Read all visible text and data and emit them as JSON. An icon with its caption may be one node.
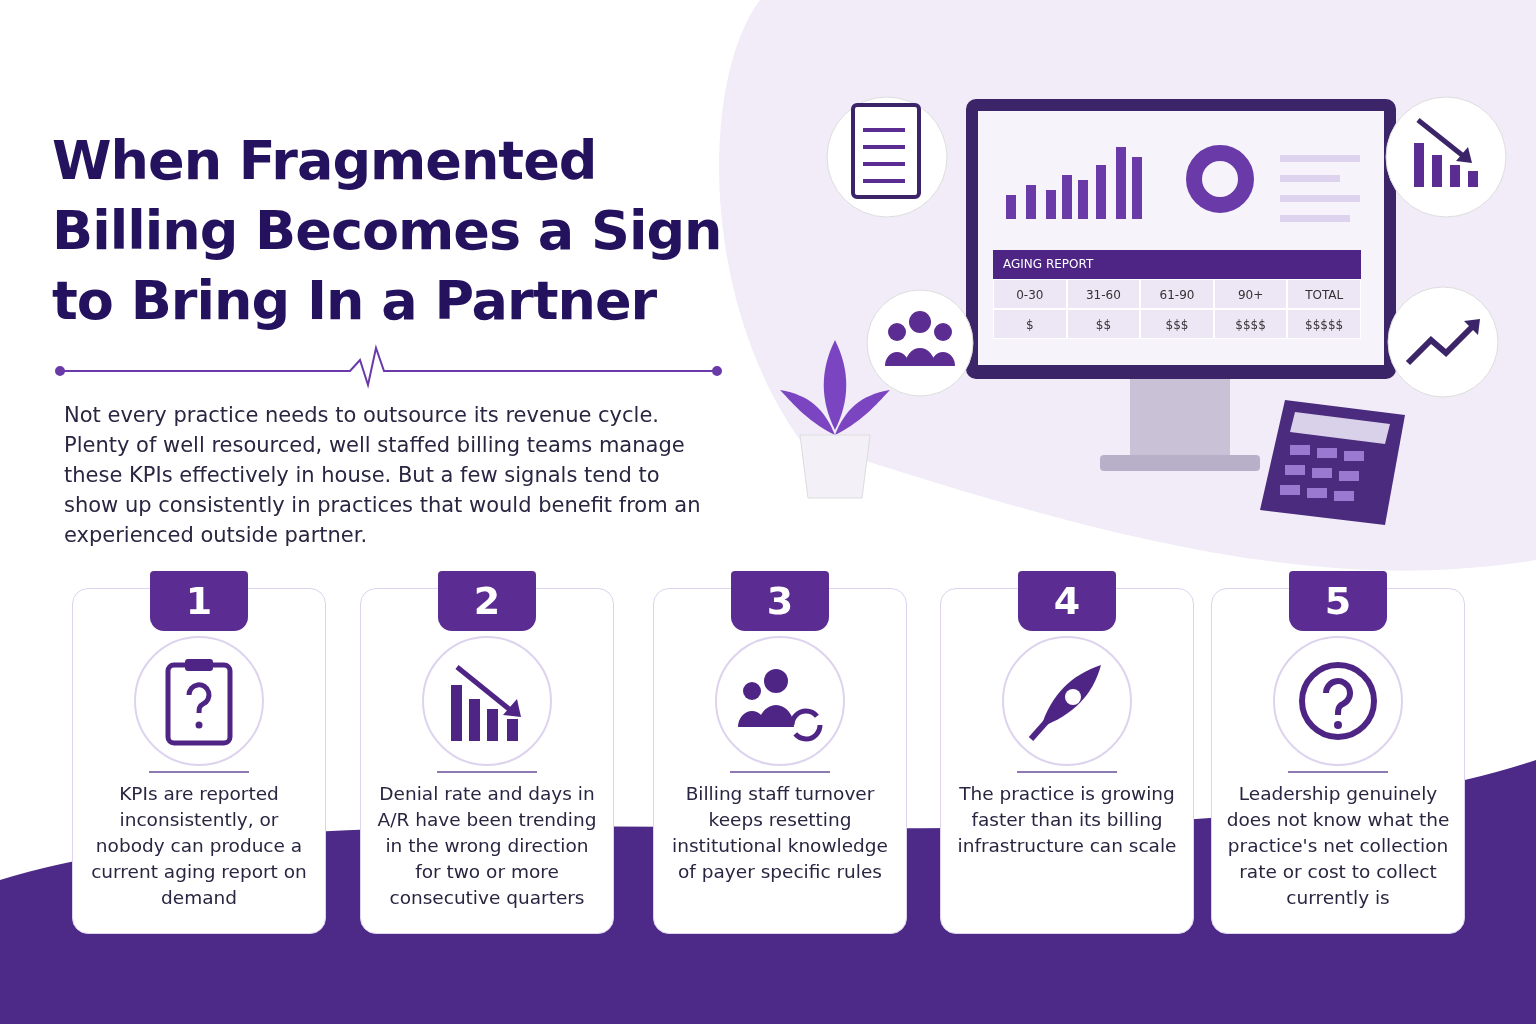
{
  "diagram": {
    "title": "When Fragmented Billing Becomes a Sign to Bring In a Partner",
    "nodes": [
      {
        "text": [
          "1",
          "KPIs are reported inconsistently, or nobody can produce a current aging report on demand"
        ]
      },
      {
        "text": [
          "2",
          "Denial rate and days in A/R have been trending in the wrong direction for two or more consecutive quarters"
        ]
      },
      {
        "text": [
          "3",
          "Billing staff turnover keeps resetting institutional knowledge of payer specific rules"
        ]
      },
      {
        "text": [
          "4",
          "The practice is growing faster than its billing infrastructure can scale"
        ]
      },
      {
        "text": [
          "5",
          "Leadership genuinely does not know what the practice's net collection rate or cost to collect currently is"
        ]
      }
    ],
    "edges": [],
    "labels": [
      "Not every practice needs to outsource its revenue cycle. Plenty of well resourced, well staffed billing teams manage these KPIs effectively in house. But a few signals tend to show up consistently in practices that would benefit from an experienced outside partner.",
      "AGING REPORT",
      "0-30",
      "31-60",
      "61-90",
      "90+",
      "TOTAL",
      "$",
      "$$",
      "$$$",
      "$$$$",
      "$$$$$"
    ]
  }
}
